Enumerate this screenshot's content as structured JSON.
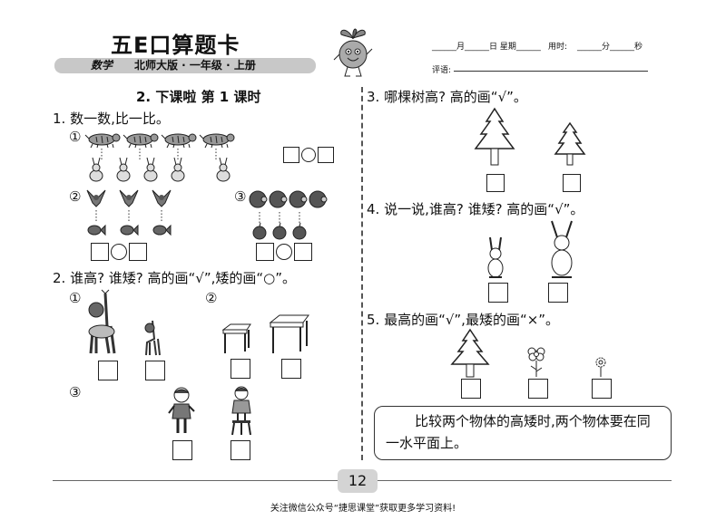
{
  "header": {
    "brand": "五E口算题卡",
    "subject": "数学",
    "edition": "北师大版 · 一年级 · 上册",
    "date_fields": "______月______日  星期______",
    "time_label": "用时:",
    "time_fields": "______分______秒",
    "comment_label": "评语:"
  },
  "lesson_title": "2. 下课啦    第 1 课时",
  "q1": {
    "text": "1. 数一数,比一比。",
    "sub1": "①",
    "sub2": "②",
    "sub3": "③"
  },
  "q2": {
    "text": "2. 谁高? 谁矮? 高的画“√”,矮的画“○”。",
    "sub1": "①",
    "sub2": "②",
    "sub3": "③"
  },
  "q3": {
    "text": "3. 哪棵树高? 高的画“√”。"
  },
  "q4": {
    "text": "4. 说一说,谁高? 谁矮? 高的画“√”。"
  },
  "q5": {
    "text": "5. 最高的画“√”,最矮的画“×”。"
  },
  "note": "比较两个物体的高矮时,两个物体要在同一水平面上。",
  "page_number": "12",
  "footer": "关注微信公众号“捷思课堂”获取更多学习资料!"
}
